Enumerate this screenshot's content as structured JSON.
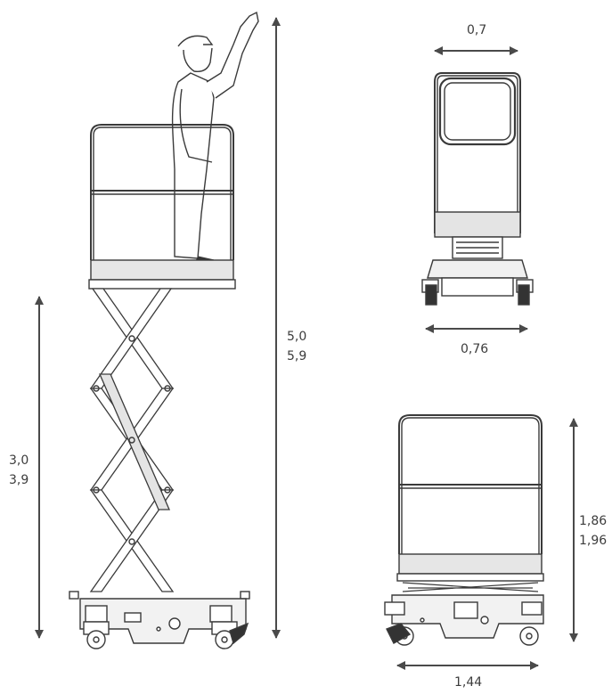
{
  "dimensions": {
    "total_height": {
      "lowered": "5,0",
      "raised": "5,9"
    },
    "platform_height": {
      "lowered": "3,0",
      "raised": "3,9"
    },
    "platform_width": "0,7",
    "base_width": "0,76",
    "stowed_height": {
      "lowered": "1,86",
      "raised": "1,96"
    },
    "stowed_length": "1,44"
  },
  "colors": {
    "line": "#3a3a3a",
    "arrow": "#4a4a4a",
    "fill": "#e2e2e2",
    "text": "#3c3c3c"
  }
}
